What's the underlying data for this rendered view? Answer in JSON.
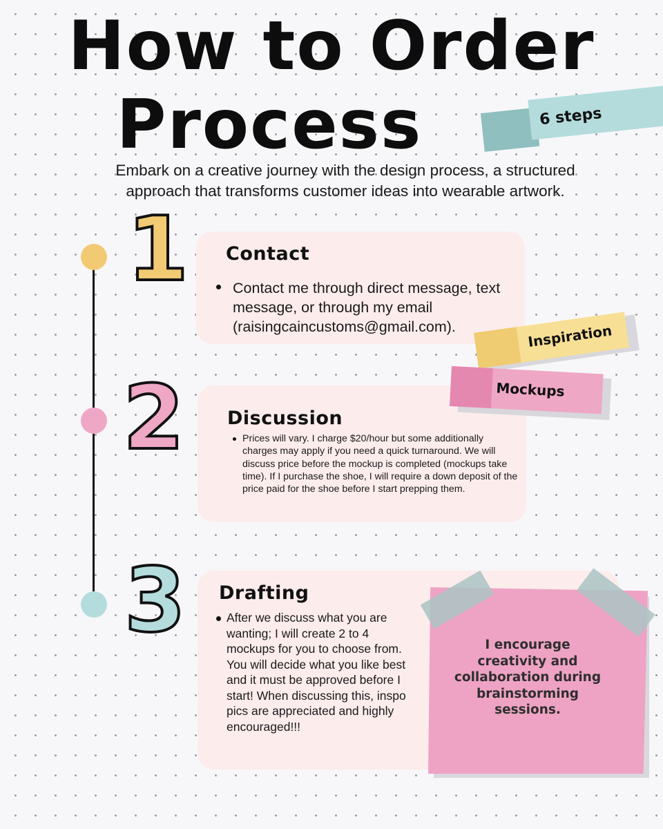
{
  "title": {
    "line1": "How to Order",
    "line2": "Process"
  },
  "badge": {
    "label": "6 steps"
  },
  "intro": "Embark on a creative journey with the design process, a structured approach that transforms customer ideas into wearable artwork.",
  "steps": [
    {
      "number": "1",
      "title": "Contact",
      "text": "Contact me through direct message, text message, or through my email (raisingcaincustoms@gmail.com)."
    },
    {
      "number": "2",
      "title": "Discussion",
      "text": "Prices will vary. I charge $20/hour but some additionally charges may apply if you need a quick turnaround.  We will discuss price before the mockup is completed (mockups take time). If I purchase the shoe, I will require a down deposit of the price paid for the shoe before I start prepping them."
    },
    {
      "number": "3",
      "title": "Drafting",
      "text": "After we discuss what you are wanting; I will create 2 to 4 mockups for you to choose from.  You will decide what you like best and it must be approved before I start! When discussing this, inspo pics are appreciated and highly encouraged!!!"
    }
  ],
  "tags": {
    "inspiration": "Inspiration",
    "mockups": "Mockups"
  },
  "note": "I encourage creativity and collaboration during brainstorming sessions.",
  "colors": {
    "yellow": "#f2ca73",
    "pink": "#efa7c6",
    "teal": "#b4dcdd",
    "card": "#fdecec",
    "background": "#f7f7f9"
  }
}
